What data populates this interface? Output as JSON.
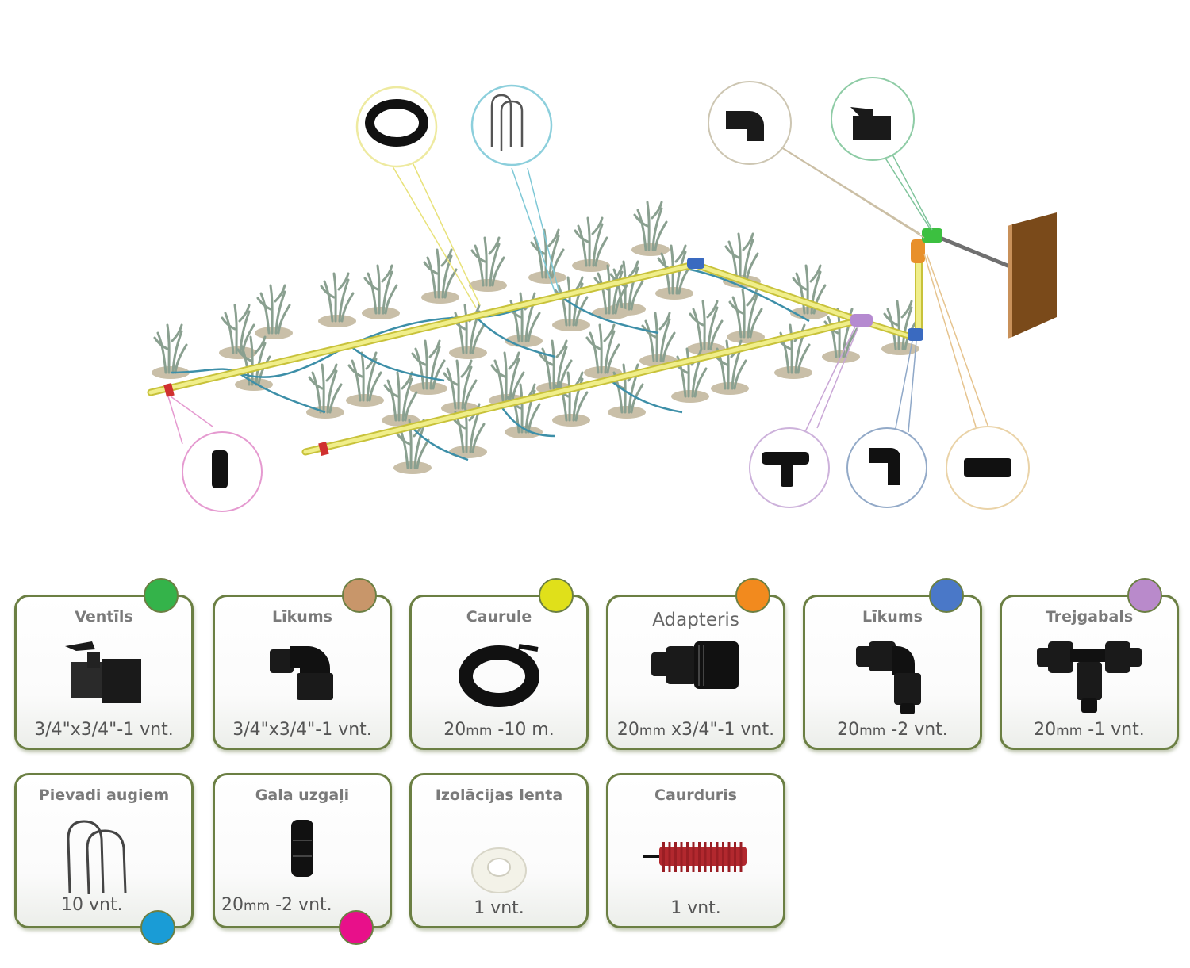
{
  "diagram": {
    "description": "Drip irrigation kit layout: two yellow main pipes with blue drip lines to plants, connected via fittings to a wall-mounted tap",
    "callouts": [
      {
        "part": "Caurule",
        "color": "#e8e27a"
      },
      {
        "part": "Pievadi augiem",
        "color": "#7ec8d6"
      },
      {
        "part": "Līkums 3/4",
        "color": "#cbbfa5"
      },
      {
        "part": "Ventīls",
        "color": "#7fc49b"
      },
      {
        "part": "Gala uzgaļi",
        "color": "#e59ad0"
      },
      {
        "part": "Trejgabals",
        "color": "#c9a6d6"
      },
      {
        "part": "Līkums 20mm",
        "color": "#8fa8c8"
      },
      {
        "part": "Adapteris",
        "color": "#e6c48f"
      }
    ]
  },
  "parts": [
    {
      "name": "Ventīls",
      "qty": "3/4\"x3/4\"-1 vnt.",
      "dot_color": "#34b34a"
    },
    {
      "name": "Līkums",
      "qty": "3/4\"x3/4\"-1 vnt.",
      "dot_color": "#c8966a"
    },
    {
      "name": "Caurule",
      "qty_mm": "20",
      "qty_unit": "mm",
      "qty_rest": " -10 m.",
      "dot_color": "#e0e01a"
    },
    {
      "name": "Adapteris",
      "qty_mm": "20",
      "qty_unit": "mm",
      "qty_rest": " x3/4\"-1 vnt.",
      "dot_color": "#f28a1e"
    },
    {
      "name": "Līkums",
      "qty_mm": "20",
      "qty_unit": "mm",
      "qty_rest": " -2 vnt.",
      "dot_color": "#4a78c8"
    },
    {
      "name": "Trejgabals",
      "qty_mm": "20",
      "qty_unit": "mm",
      "qty_rest": " -1 vnt.",
      "dot_color": "#b98acb"
    },
    {
      "name": "Pievadi augiem",
      "qty": "10 vnt.",
      "dot_color": "#1a9cd6"
    },
    {
      "name": "Gala uzgaļi",
      "qty_mm": "20",
      "qty_unit": "mm",
      "qty_rest": " -2 vnt.",
      "dot_color": "#e8108a"
    },
    {
      "name": "Izolācijas lenta",
      "qty": "1 vnt."
    },
    {
      "name": "Caurduris",
      "qty": "1 vnt."
    }
  ]
}
